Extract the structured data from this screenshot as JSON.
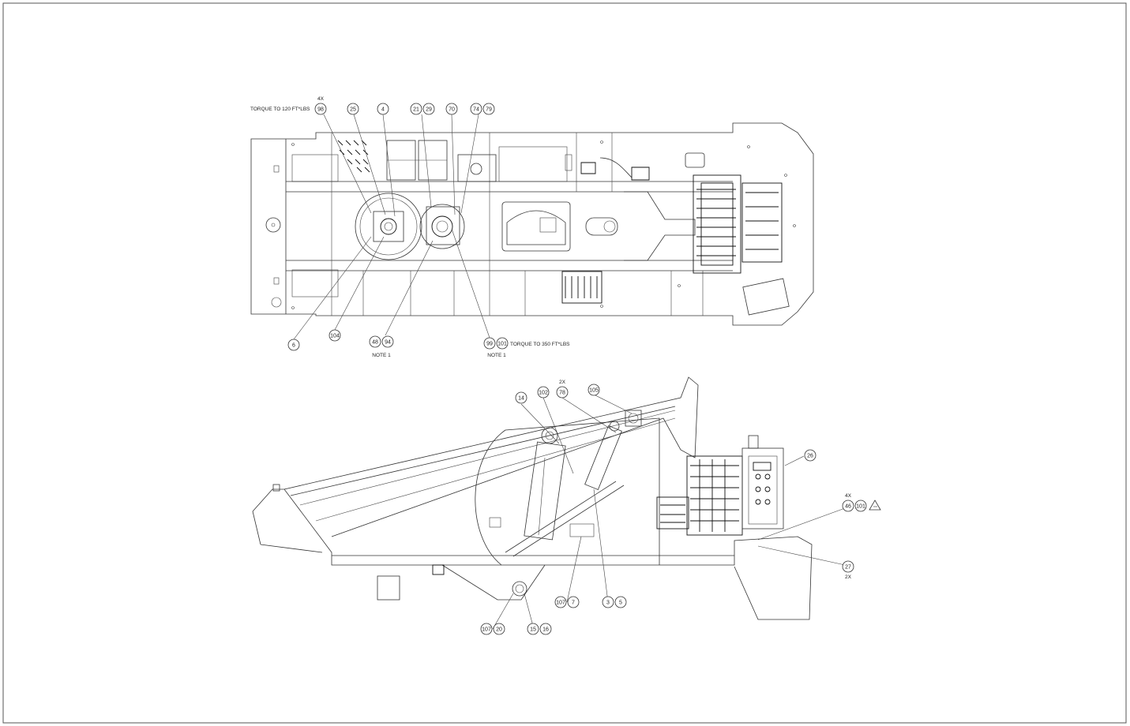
{
  "top_view": {
    "notes": {
      "torque_120": "TORQUE TO 120 FT*LBS",
      "torque_350": "TORQUE TO 350 FT*LBS",
      "note1_left": "NOTE 1",
      "note1_right": "NOTE 1",
      "qty_98": "4X"
    },
    "balloons": [
      "98",
      "25",
      "4",
      "21",
      "29",
      "70",
      "74",
      "79",
      "6",
      "104",
      "48",
      "94",
      "99",
      "101"
    ]
  },
  "side_view": {
    "notes": {
      "qty_78": "2X",
      "qty_46": "4X",
      "qty_27": "2X"
    },
    "balloons": [
      "14",
      "102",
      "78",
      "105",
      "26",
      "46",
      "101",
      "27",
      "107",
      "7",
      "3",
      "5",
      "107",
      "20",
      "15",
      "16"
    ]
  }
}
